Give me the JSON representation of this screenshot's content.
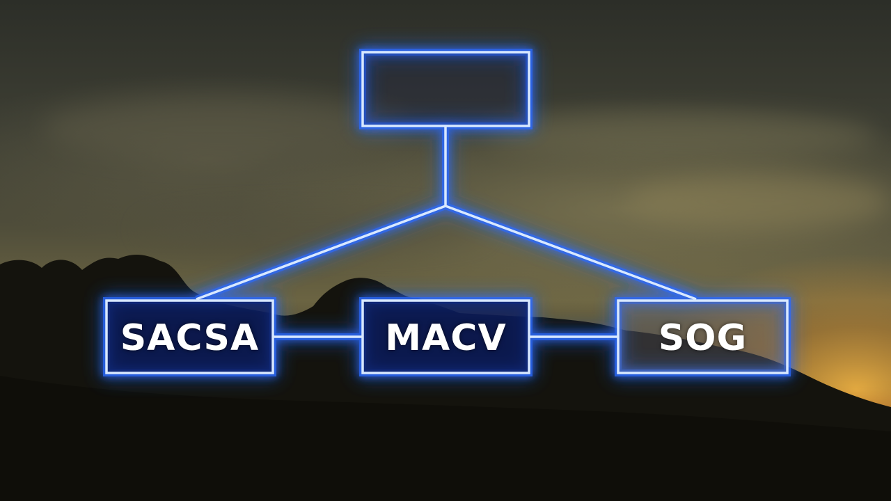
{
  "diagram": {
    "nodes": {
      "top": {
        "label": ""
      },
      "left": {
        "label": "SACSA"
      },
      "center": {
        "label": "MACV"
      },
      "right": {
        "label": "SOG"
      }
    },
    "edges": [
      [
        "top",
        "center-junction"
      ],
      [
        "center-junction",
        "left"
      ],
      [
        "center-junction",
        "right"
      ],
      [
        "left",
        "center"
      ],
      [
        "center",
        "right"
      ]
    ],
    "colors": {
      "neon_stroke": "#cfe3ff",
      "neon_glow": "#2a6bff",
      "box_fill": "#0a1a5c",
      "label": "#ffffff"
    }
  }
}
